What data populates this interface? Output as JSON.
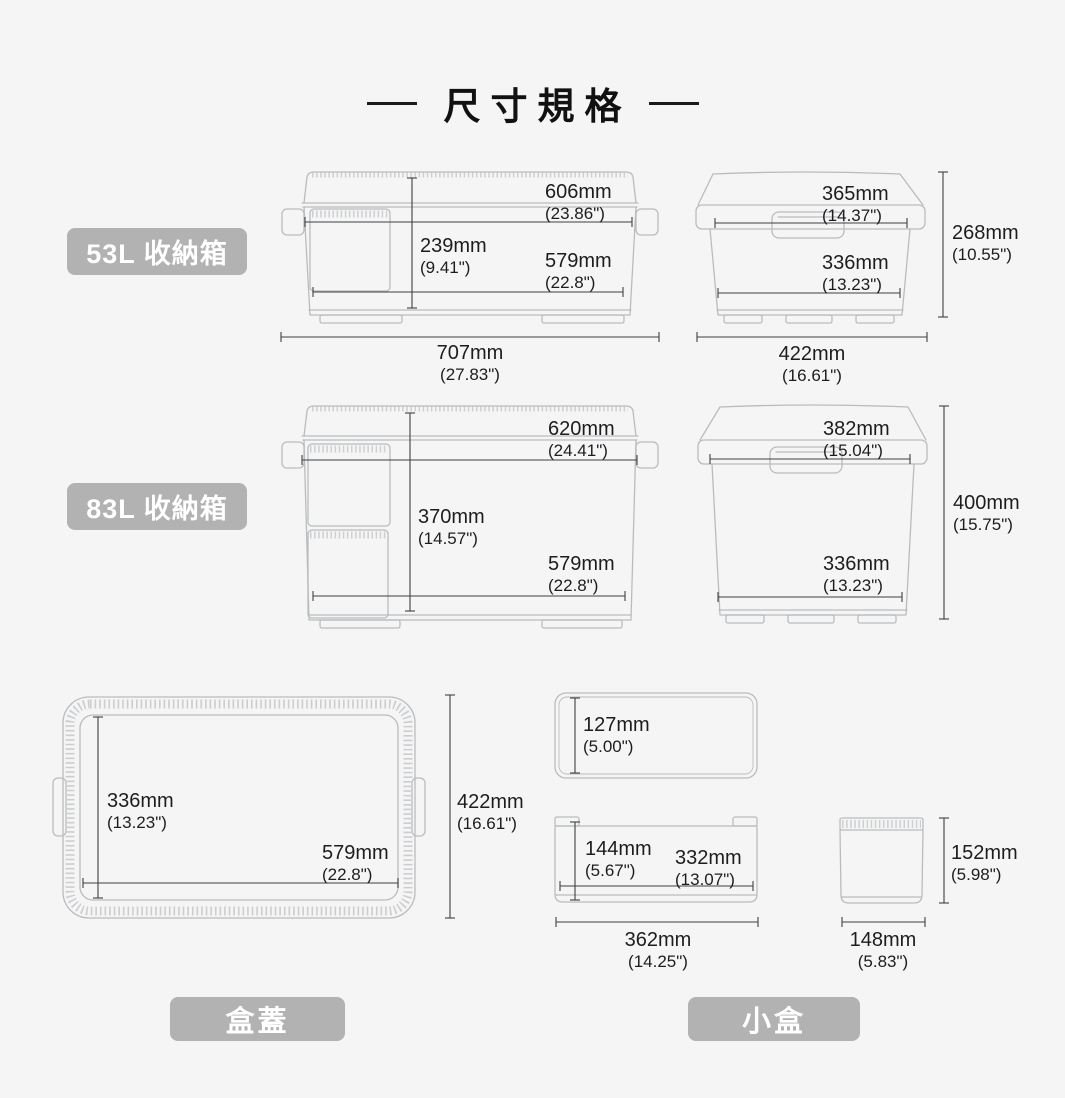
{
  "title": {
    "text": "尺寸規格"
  },
  "box53": {
    "label": "53L 收納箱",
    "side": {
      "top_mm": "606mm",
      "top_in": "(23.86\")",
      "h_mm": "239mm",
      "h_in": "(9.41\")",
      "bot_mm": "579mm",
      "bot_in": "(22.8\")",
      "all_mm": "707mm",
      "all_in": "(27.83\")"
    },
    "front": {
      "top_mm": "365mm",
      "top_in": "(14.37\")",
      "bot_mm": "336mm",
      "bot_in": "(13.23\")",
      "h_mm": "268mm",
      "h_in": "(10.55\")",
      "all_mm": "422mm",
      "all_in": "(16.61\")"
    }
  },
  "box83": {
    "label": "83L 收納箱",
    "side": {
      "top_mm": "620mm",
      "top_in": "(24.41\")",
      "h_mm": "370mm",
      "h_in": "(14.57\")",
      "bot_mm": "579mm",
      "bot_in": "(22.8\")"
    },
    "front": {
      "top_mm": "382mm",
      "top_in": "(15.04\")",
      "bot_mm": "336mm",
      "bot_in": "(13.23\")",
      "h_mm": "400mm",
      "h_in": "(15.75\")"
    }
  },
  "lid": {
    "label": "盒蓋",
    "w_mm": "336mm",
    "w_in": "(13.23\")",
    "l_mm": "579mm",
    "l_in": "(22.8\")",
    "all_mm": "422mm",
    "all_in": "(16.61\")"
  },
  "small": {
    "label": "小盒",
    "top_mm": "127mm",
    "top_in": "(5.00\")",
    "h_mm": "144mm",
    "h_in": "(5.67\")",
    "w_mm": "332mm",
    "w_in": "(13.07\")",
    "all_mm": "362mm",
    "all_in": "(14.25\")",
    "eh_mm": "152mm",
    "eh_in": "(5.98\")",
    "ew_mm": "148mm",
    "ew_in": "(5.83\")"
  },
  "colors": {
    "bg": "#f5f5f6",
    "badge": "#b2b2b2",
    "art_line": "#b9bcbe",
    "dim_line": "#3e4041",
    "text": "#1d1d1f"
  }
}
